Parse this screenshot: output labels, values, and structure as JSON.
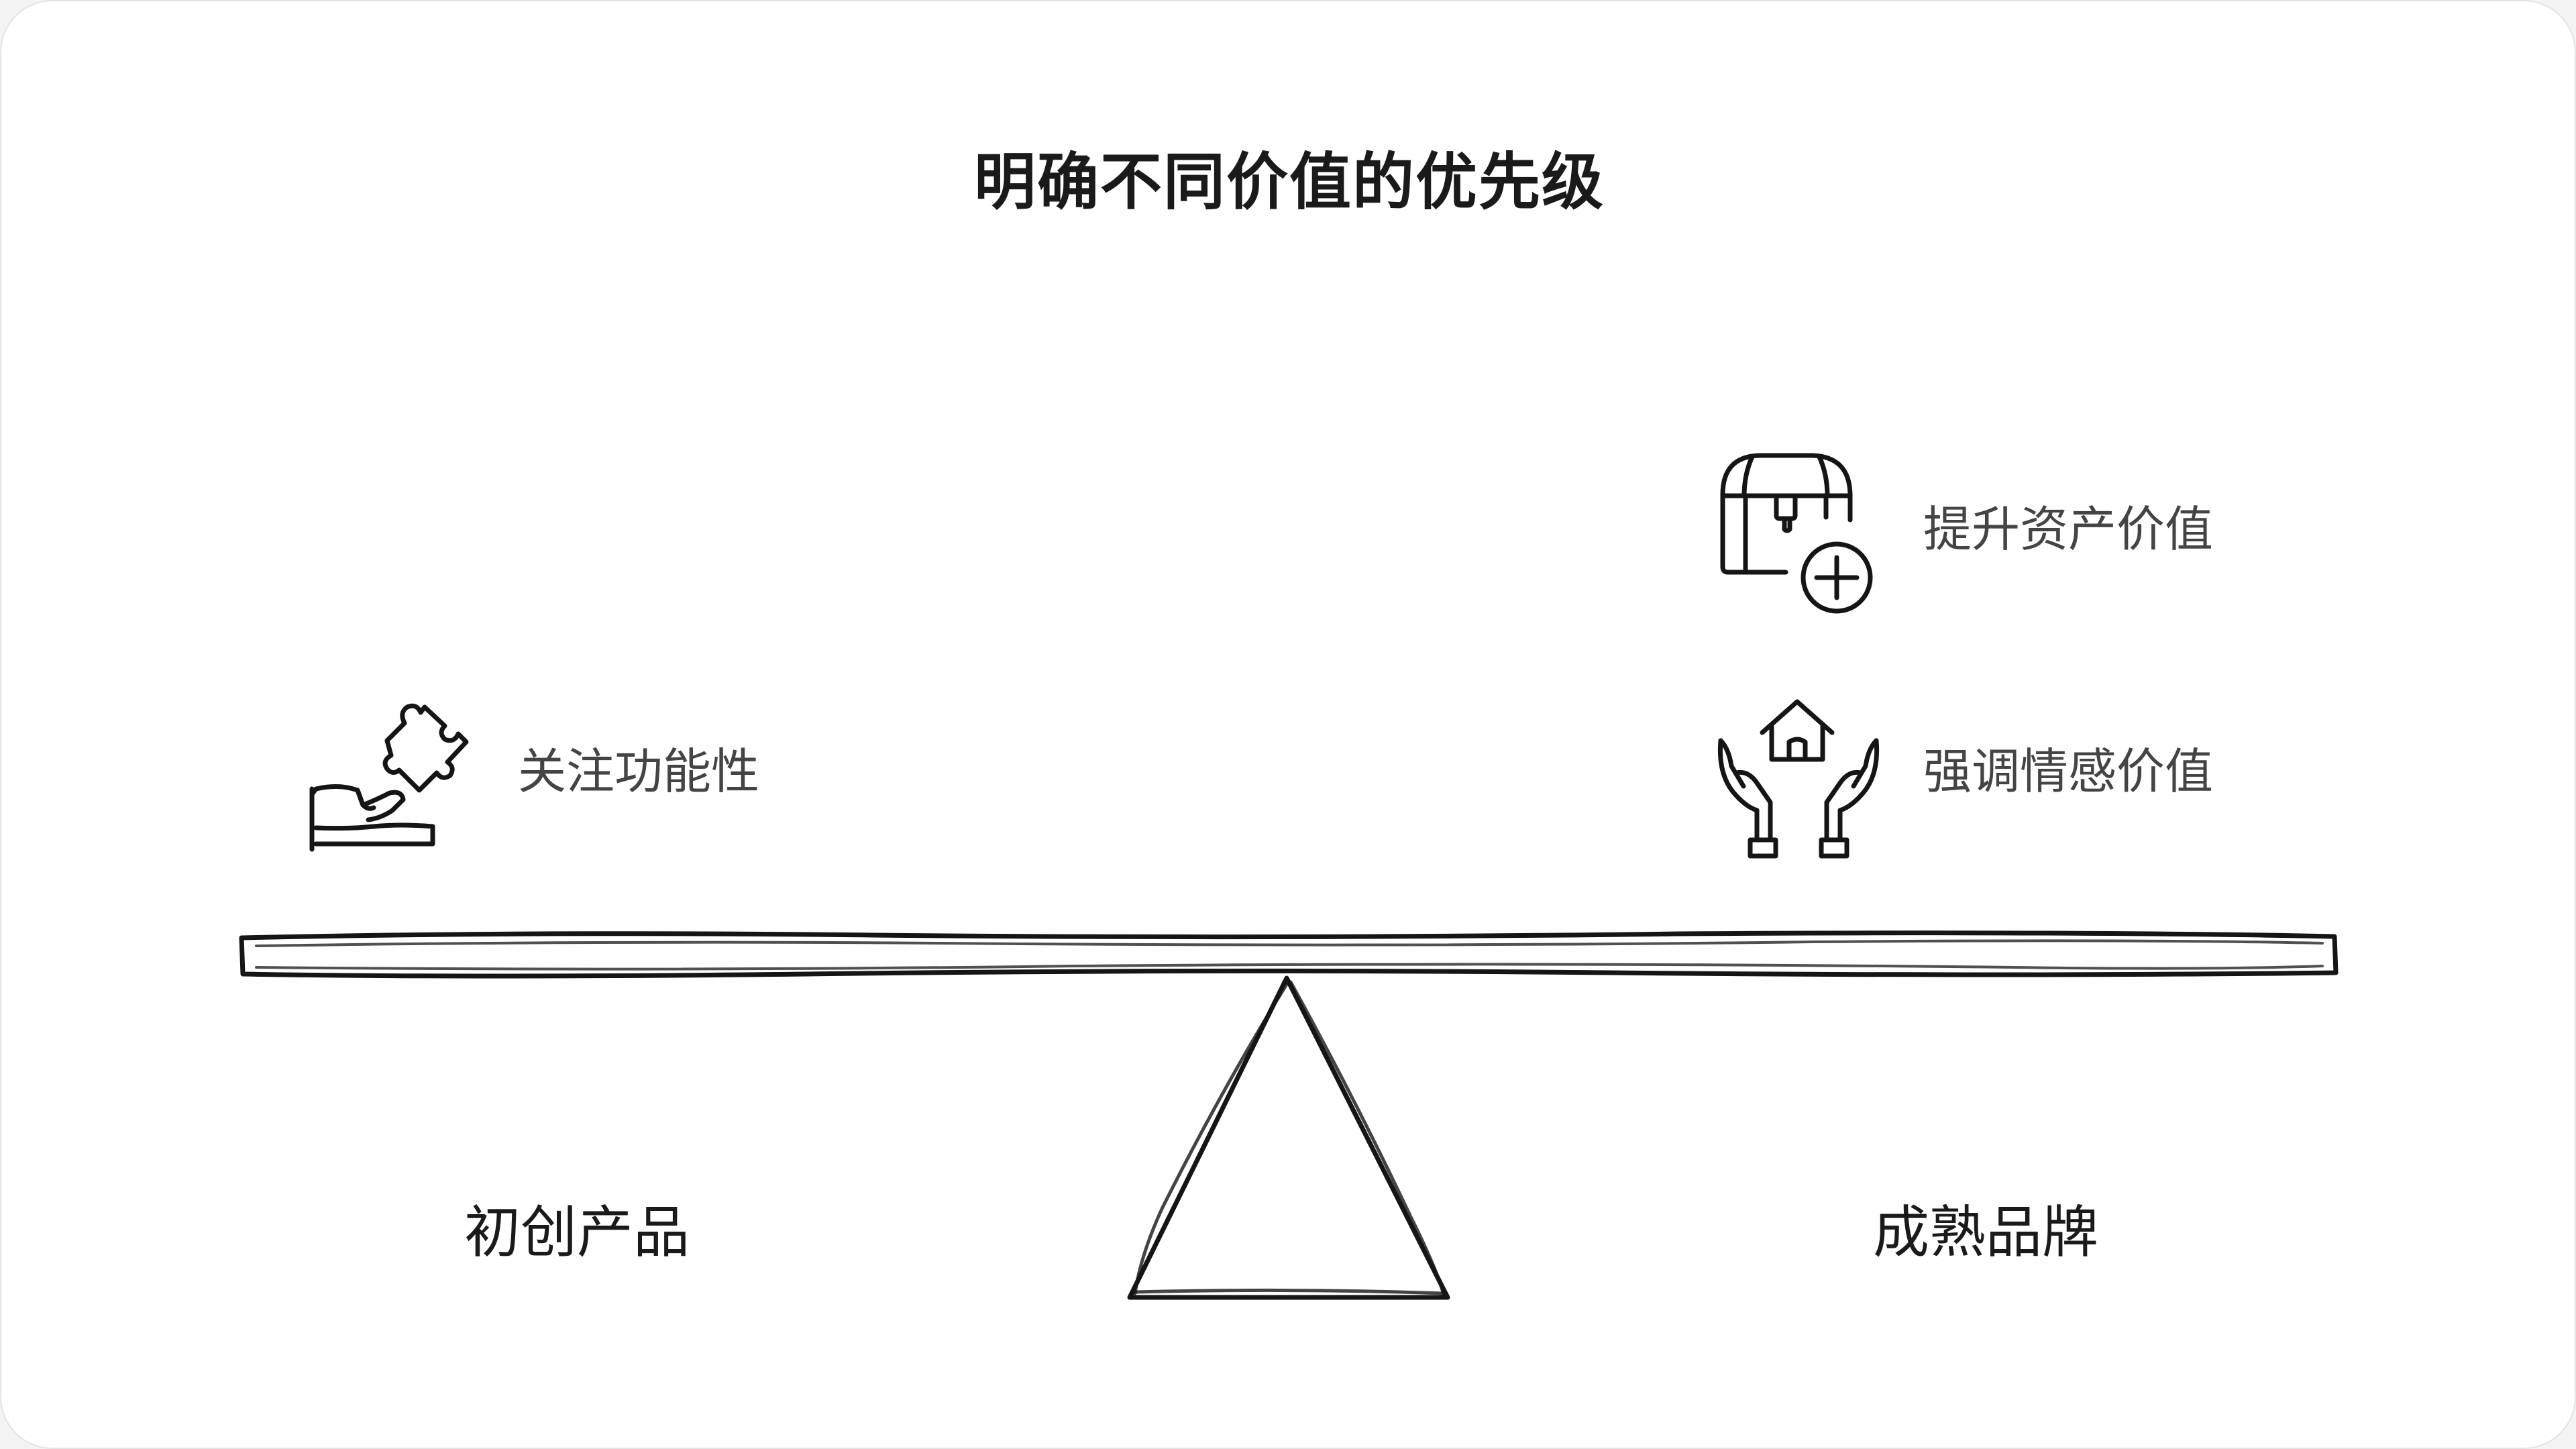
{
  "title": "明确不同价值的优先级",
  "left": {
    "group_label": "初创产品",
    "items": [
      {
        "label": "关注功能性",
        "icon": "puzzle-hand-icon"
      }
    ]
  },
  "right": {
    "group_label": "成熟品牌",
    "items": [
      {
        "label": "提升资产价值",
        "icon": "treasure-chest-plus-icon"
      },
      {
        "label": "强调情感价值",
        "icon": "hands-house-icon"
      }
    ]
  },
  "colors": {
    "ink": "#151515",
    "text": "#444444",
    "background": "#ffffff"
  }
}
